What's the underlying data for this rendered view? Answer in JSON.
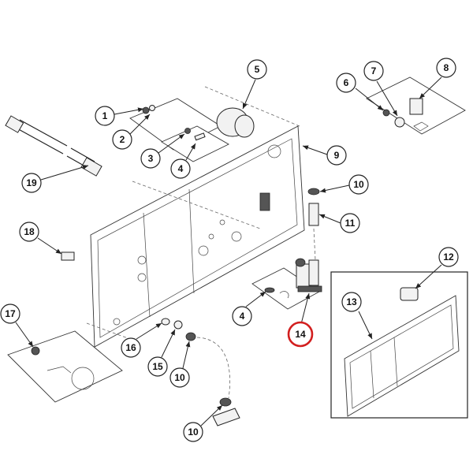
{
  "diagram": {
    "type": "exploded-parts-diagram",
    "highlighted_part": "14",
    "highlight_color": "#d21f1f"
  },
  "callouts": [
    {
      "label": "1"
    },
    {
      "label": "2"
    },
    {
      "label": "3"
    },
    {
      "label": "4"
    },
    {
      "label": "5"
    },
    {
      "label": "6"
    },
    {
      "label": "7"
    },
    {
      "label": "8"
    },
    {
      "label": "9"
    },
    {
      "label": "10"
    },
    {
      "label": "11"
    },
    {
      "label": "12"
    },
    {
      "label": "13"
    },
    {
      "label": "14"
    },
    {
      "label": "4"
    },
    {
      "label": "16"
    },
    {
      "label": "15"
    },
    {
      "label": "10"
    },
    {
      "label": "17"
    },
    {
      "label": "18"
    },
    {
      "label": "19"
    },
    {
      "label": "10"
    }
  ]
}
